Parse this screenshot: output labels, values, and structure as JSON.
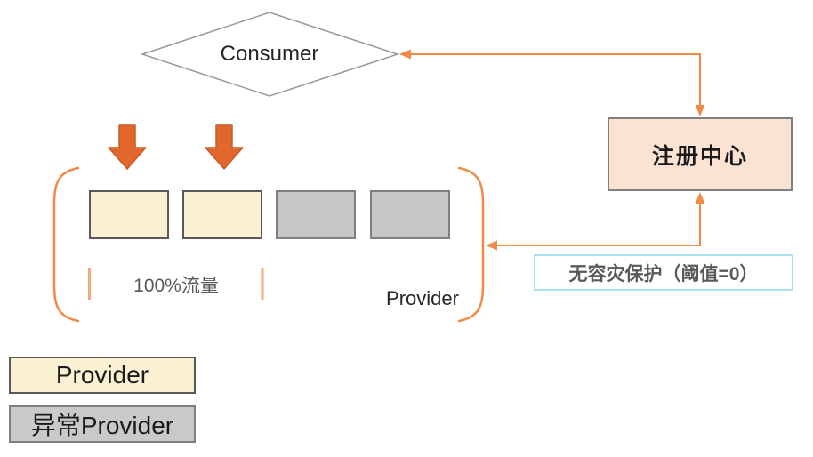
{
  "consumer": {
    "label": "Consumer"
  },
  "registry": {
    "label": "注册中心"
  },
  "threshold_note": {
    "label": "无容灾保护（阈值=0）"
  },
  "provider_group": {
    "label": "Provider",
    "traffic_label": "100%流量",
    "nodes": [
      {
        "state": "normal"
      },
      {
        "state": "normal"
      },
      {
        "state": "abnormal"
      },
      {
        "state": "abnormal"
      }
    ]
  },
  "legend": {
    "items": [
      {
        "label": "Provider",
        "state": "normal"
      },
      {
        "label": "异常Provider",
        "state": "abnormal"
      }
    ]
  },
  "connections": [
    {
      "from": "registry",
      "to": "consumer",
      "style": "orange-elbow",
      "arrowheads": [
        "at-consumer",
        "at-registry-top"
      ]
    },
    {
      "from": "registry",
      "to": "provider-group",
      "style": "orange-elbow",
      "arrowheads": [
        "at-provider-group",
        "at-registry-bottom"
      ]
    }
  ],
  "colors": {
    "accent_orange": "#F18A44",
    "block_arrow_orange": "#E2672C",
    "tick_orange": "#F5A978",
    "normal_node_fill": "#FAF0D2",
    "abnormal_node_fill": "#C6C6C6",
    "registry_fill": "#FAE3D3",
    "threshold_border": "#A6E2F2",
    "diamond_border": "#999999",
    "muted_text": "#595959",
    "dark_text": "#262626"
  }
}
